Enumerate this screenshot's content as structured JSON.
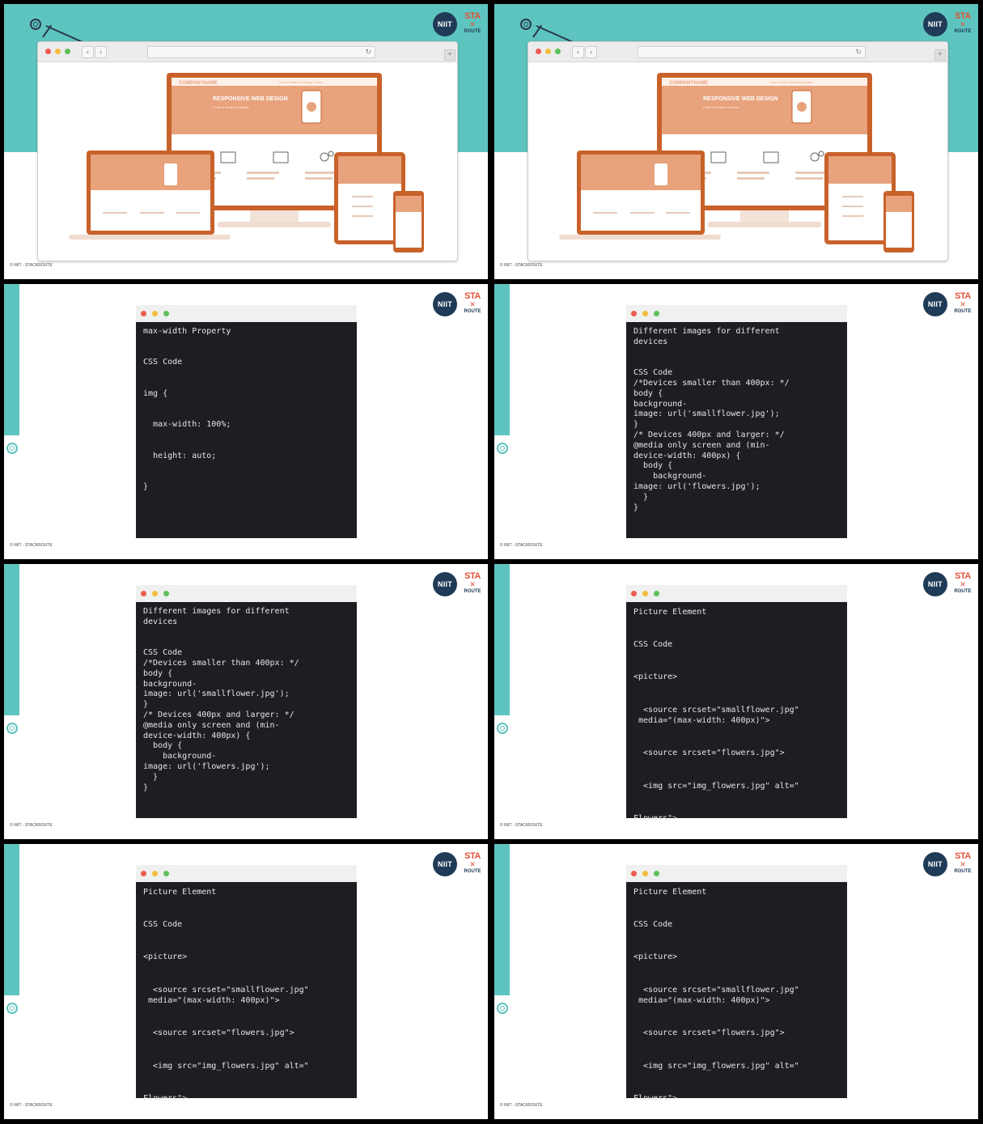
{
  "footer_text": "© NIIT - STACKROUTE",
  "logos": {
    "niit": "NIIT",
    "stack_top": "STA",
    "stack_bottom": "ROUTE"
  },
  "icons": {
    "browser_back": "‹",
    "browser_forward": "›",
    "browser_reload": "↻",
    "browser_new_tab": "+"
  },
  "mockup_text": {
    "company": "COMPANYNAME",
    "headline": "RESPONSIVE WEB DESIGN",
    "sub": "Fresh & Modern Creative",
    "nav": "Home  Portfolio  Team  Blog  Contact"
  },
  "slides": {
    "max_width": "max-width Property\n\n\nCSS Code\n\n\nimg {\n\n\n  max-width: 100%;\n\n\n  height: auto;\n\n\n}",
    "different_images": "Different images for different\ndevices\n\n\nCSS Code\n/*Devices smaller than 400px: */\nbody {\nbackground-\nimage: url('smallflower.jpg');\n}\n/* Devices 400px and larger: */\n@media only screen and (min-\ndevice-width: 400px) {\n  body {\n    background-\nimage: url('flowers.jpg');\n  }\n}",
    "picture_element": "Picture Element\n\n\nCSS Code\n\n\n<picture>\n\n\n  <source srcset=\"smallflower.jpg\"\n media=\"(max-width: 400px)\">\n\n\n  <source srcset=\"flowers.jpg\">\n\n\n  <img src=\"img_flowers.jpg\" alt=\"\n\n\nFlowers\">\n\n\n</picture>"
  },
  "colors": {
    "teal": "#5ec4bf",
    "code_bg": "#1d1e22",
    "orange": "#c8622a",
    "niit_navy": "#1f3b57",
    "stack_red": "#e0533a"
  }
}
